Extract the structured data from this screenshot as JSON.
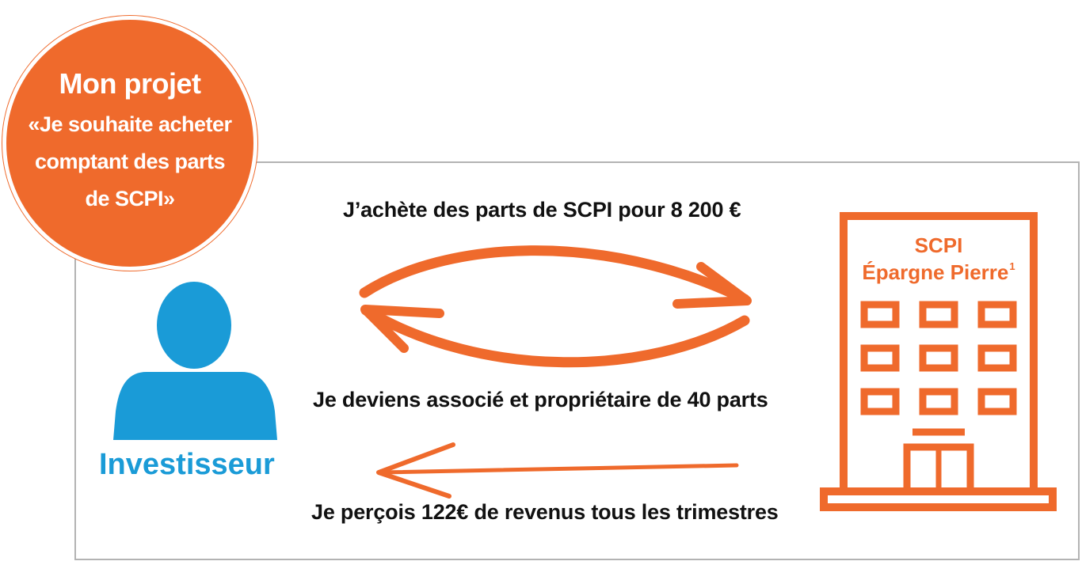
{
  "badge": {
    "title": "Mon projet",
    "lines": [
      "«Je souhaite acheter",
      "comptant des parts",
      "de SCPI»"
    ],
    "color": "#ef6a2c"
  },
  "flows": {
    "buy_label": "J’achète des parts de SCPI pour 8 200 €",
    "associate_label": "Je deviens associé et propriétaire de 40 parts",
    "revenue_label": "Je perçois 122€ de revenus tous les trimestres"
  },
  "investor": {
    "label": "Investisseur",
    "icon": "person-icon",
    "color": "#1a9bd7"
  },
  "building": {
    "name_line1": "SCPI",
    "name_line2": "Épargne Pierre",
    "footnote": "1",
    "icon": "building-icon",
    "color": "#ef6a2c"
  },
  "frame_color": "#b3b3b3"
}
